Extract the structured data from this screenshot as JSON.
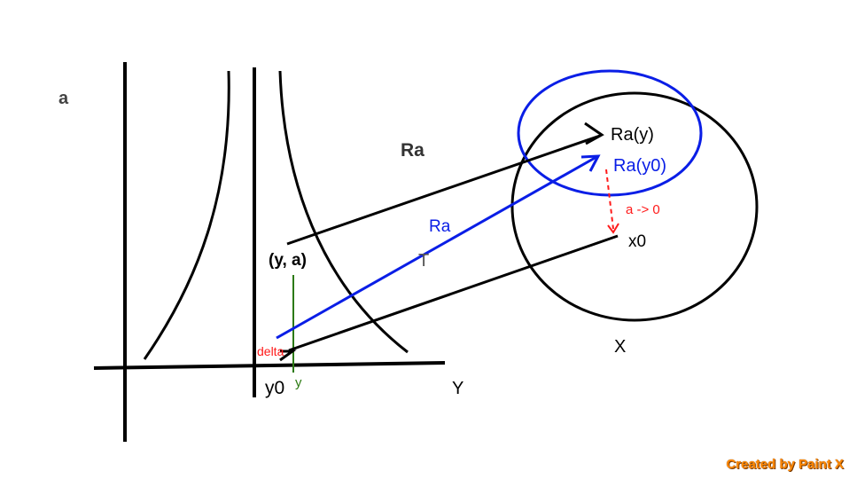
{
  "labels": {
    "a_axis": "a",
    "ra_top": "Ra",
    "ra_y": "Ra(y)",
    "ra_y0": "Ra(y0)",
    "a_limit": "a -> 0",
    "x0": "x0",
    "ya": "(y, a)",
    "ra_blue": "Ra",
    "t": "T",
    "delta": "delta",
    "y0": "y0",
    "y": "y",
    "y_axis": "Y",
    "x_set": "X"
  },
  "watermark": "Created by Paint X",
  "colors": {
    "ink": "#000000",
    "blue": "#0a1ee6",
    "red": "#ff1a1a",
    "green": "#2c7a12",
    "watermark": "#ff8800"
  }
}
